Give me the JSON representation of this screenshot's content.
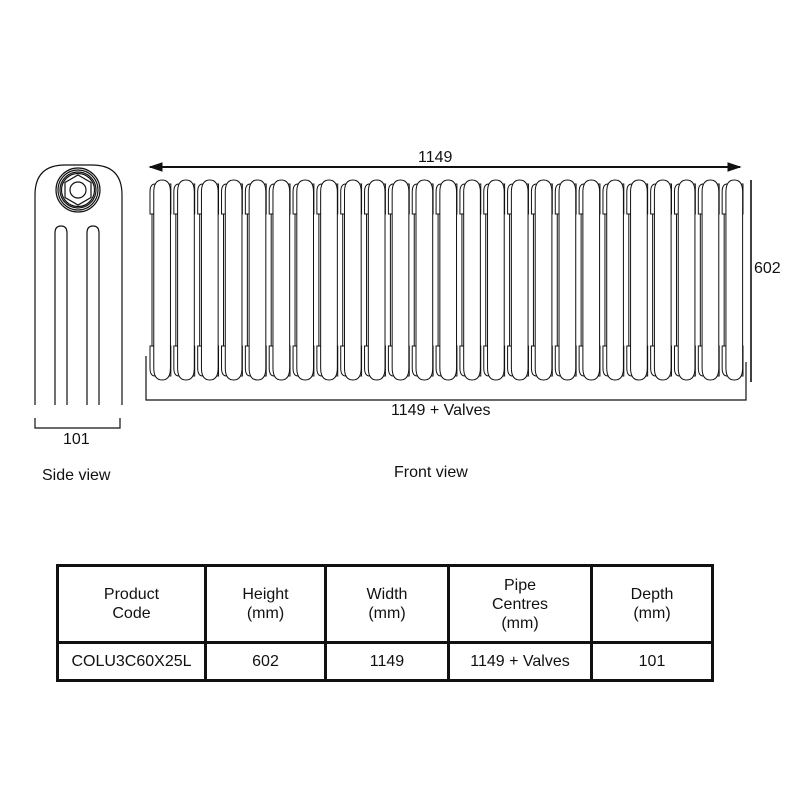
{
  "side_view": {
    "caption": "Side view",
    "depth_label": "101"
  },
  "front_view": {
    "caption": "Front view",
    "width_label": "1149",
    "height_label": "602",
    "pipe_centres_label": "1149 + Valves",
    "sections": 25
  },
  "spec_table": {
    "headers": {
      "product_code": [
        "Product",
        "Code"
      ],
      "height": [
        "Height",
        "(mm)"
      ],
      "width": [
        "Width",
        "(mm)"
      ],
      "pipe_centres": [
        "Pipe",
        "Centres",
        "(mm)"
      ],
      "depth": [
        "Depth",
        "(mm)"
      ]
    },
    "row": {
      "product_code": "COLU3C60X25L",
      "height": "602",
      "width": "1149",
      "pipe_centres": "1149 + Valves",
      "depth": "101"
    }
  },
  "colors": {
    "line": "#111111",
    "background": "#ffffff"
  }
}
